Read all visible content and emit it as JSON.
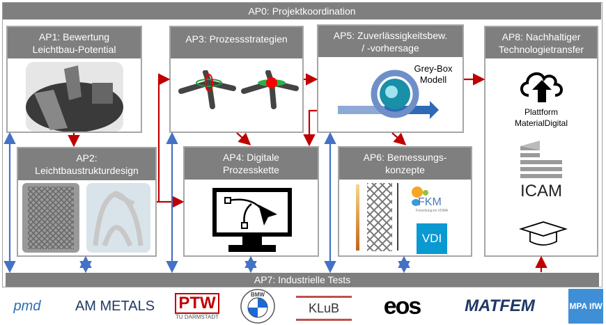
{
  "ap0": {
    "title": "AP0: Projektkoordination"
  },
  "ap1": {
    "title_line1": "AP1: Bewertung",
    "title_line2": "Leichtbau-Potential"
  },
  "ap2": {
    "title_line1": "AP2:",
    "title_line2": "Leichtbaustrukturdesign"
  },
  "ap3": {
    "title": "AP3: Prozessstrategien"
  },
  "ap4": {
    "title_line1": "AP4: Digitale",
    "title_line2": "Prozesskette"
  },
  "ap5": {
    "title_line1": "AP5: Zuverlässigkeitsbew.",
    "title_line2": "/ -vorhersage",
    "model_line1": "Grey-Box",
    "model_line2": "Modell"
  },
  "ap6": {
    "title_line1": "AP6: Bemessungs-",
    "title_line2": "konzepte",
    "fkm": "FKM",
    "fkm_sub": "Forschung im VDMA",
    "vdi": "VDI"
  },
  "ap7": {
    "title": "AP7: Industrielle Tests"
  },
  "ap8": {
    "title_line1": "AP8: Nachhaltiger",
    "title_line2": "Technologietransfer",
    "platform_line1": "Plattform",
    "platform_line2": "MaterialDigital",
    "icam": "ICAM"
  },
  "partners": [
    "pmd",
    "AM METALS",
    "PTW",
    "TU DARMSTADT",
    "BMW",
    "KLuB",
    "eos",
    "MATFEM",
    "MPA IfW"
  ],
  "colors": {
    "header": "#7f7f7f",
    "flow_arrow": "#c00000",
    "test_arrow": "#4472c4"
  }
}
